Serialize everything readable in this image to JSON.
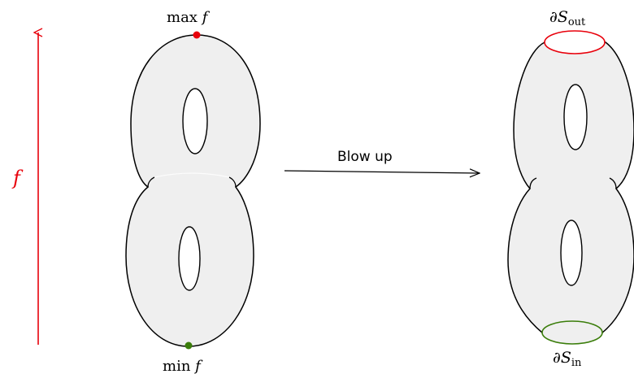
{
  "labels": {
    "max": {
      "prefix": "max ",
      "var": "f"
    },
    "min": {
      "prefix": "min ",
      "var": "f"
    },
    "axis": "f",
    "arrow": "Blow up",
    "boundary_out": {
      "symbol": "∂S",
      "sub": "out"
    },
    "boundary_in": {
      "symbol": "∂S",
      "sub": "in"
    }
  },
  "colors": {
    "axis": "#e8000b",
    "max_point": "#e8000b",
    "min_point": "#3a7d0a",
    "boundary_out": "#e8000b",
    "boundary_in": "#3a7d0a",
    "surface_fill": "#efefef",
    "outline": "#000000"
  }
}
